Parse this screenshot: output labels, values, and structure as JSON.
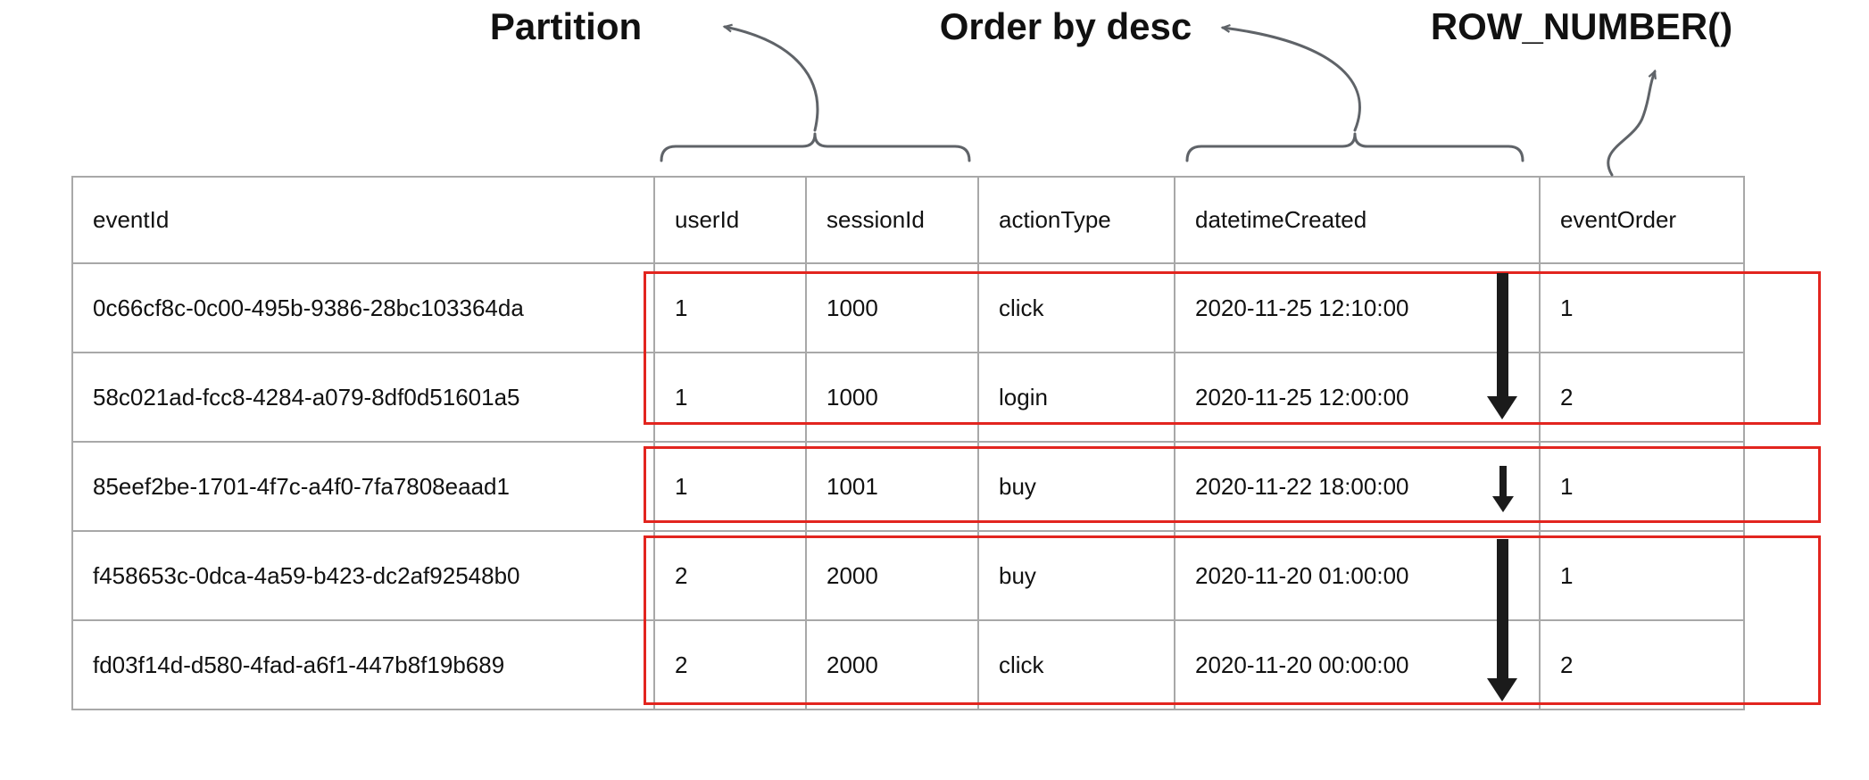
{
  "annotations": {
    "partition": "Partition",
    "order_by": "Order by desc",
    "row_number": "ROW_NUMBER()"
  },
  "table": {
    "columns": [
      "eventId",
      "userId",
      "sessionId",
      "actionType",
      "datetimeCreated",
      "eventOrder"
    ],
    "rows": [
      [
        "0c66cf8c-0c00-495b-9386-28bc103364da",
        "1",
        "1000",
        "click",
        "2020-11-25 12:10:00",
        "1"
      ],
      [
        "58c021ad-fcc8-4284-a079-8df0d51601a5",
        "1",
        "1000",
        "login",
        "2020-11-25 12:00:00",
        "2"
      ],
      [
        "85eef2be-1701-4f7c-a4f0-7fa7808eaad1",
        "1",
        "1001",
        "buy",
        "2020-11-22 18:00:00",
        "1"
      ],
      [
        "f458653c-0dca-4a59-b423-dc2af92548b0",
        "2",
        "2000",
        "buy",
        "2020-11-20 01:00:00",
        "1"
      ],
      [
        "fd03f14d-d580-4fad-a6f1-447b8f19b689",
        "2",
        "2000",
        "click",
        "2020-11-20 00:00:00",
        "2"
      ]
    ]
  },
  "colors": {
    "partition_box": "#e2251f",
    "table_border": "#a8a8a8",
    "annotation_line": "#5f6368",
    "order_arrow": "#1b1b1b",
    "text": "#111111"
  }
}
